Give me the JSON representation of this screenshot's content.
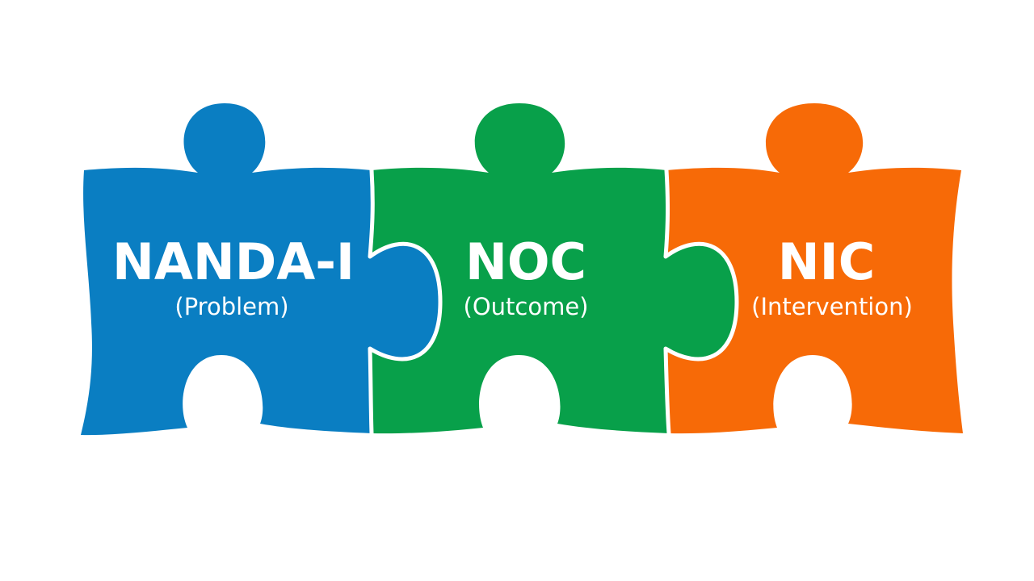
{
  "pieces": [
    {
      "title": "NANDA-I",
      "subtitle": "(Problem)",
      "color": "#0A7EC2"
    },
    {
      "title": "NOC",
      "subtitle": "(Outcome)",
      "color": "#08A04A"
    },
    {
      "title": "NIC",
      "subtitle": "(Intervention)",
      "color": "#F76A07"
    }
  ],
  "seam_color": "#ffffff"
}
